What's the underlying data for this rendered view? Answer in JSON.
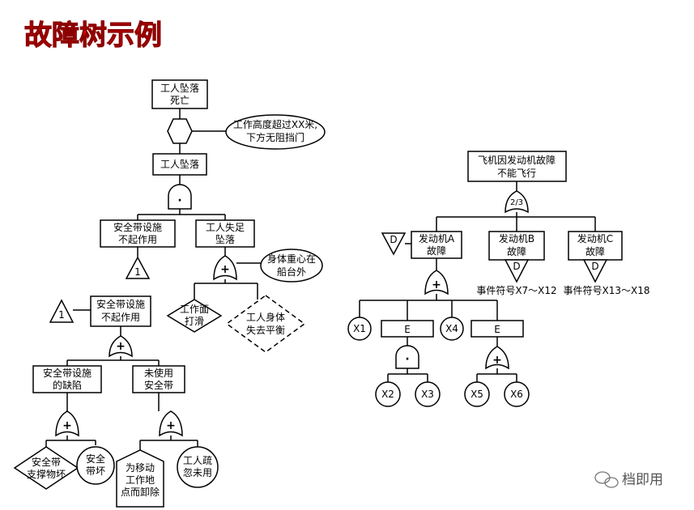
{
  "title": "故障树示例",
  "watermark": "档即用",
  "left_tree": {
    "top_event": [
      "工人坠落",
      "死亡"
    ],
    "condition": [
      "工作高度超过XX米,",
      "下方无阻挡门"
    ],
    "fall_event": "工人坠落",
    "and_gate_symbol": "·",
    "belt_fail": [
      "安全带设施",
      "不起作用"
    ],
    "transfer_in_symbol": "1",
    "misstep": [
      "工人失足",
      "坠落"
    ],
    "or_gate_symbol": "+",
    "center_gravity": [
      "身体重心在",
      "船台外"
    ],
    "slip": [
      "工作面",
      "打滑"
    ],
    "lose_balance": [
      "工人身体",
      "失去平衡"
    ],
    "transfer_out_symbol": "1",
    "belt_fail_sub": [
      "安全带设施",
      "不起作用"
    ],
    "belt_defect": [
      "安全带设施",
      "的缺陷"
    ],
    "belt_not_used": [
      "未使用",
      "安全带"
    ],
    "support_broken": [
      "安全带",
      "支撑物坏"
    ],
    "belt_broken": [
      "安全",
      "带坏"
    ],
    "moving_removed": [
      "为移动",
      "工作地",
      "点而卸除"
    ],
    "neglect": [
      "工人疏",
      "忽未用"
    ]
  },
  "right_tree": {
    "top_event": [
      "飞机因发动机故障",
      "不能飞行"
    ],
    "vote_gate_label": "2/3",
    "transfer_symbol": "D",
    "engine_a": [
      "发动机A",
      "故障"
    ],
    "engine_b": [
      "发动机B",
      "故障"
    ],
    "engine_c": [
      "发动机C",
      "故障"
    ],
    "note_b": "事件符号X7～X12",
    "note_c": "事件符号X13～X18",
    "or_gate_symbol": "+",
    "and_gate_symbol": "·",
    "e_label": "E",
    "x1": "X1",
    "x2": "X2",
    "x3": "X3",
    "x4": "X4",
    "x5": "X5",
    "x6": "X6"
  }
}
